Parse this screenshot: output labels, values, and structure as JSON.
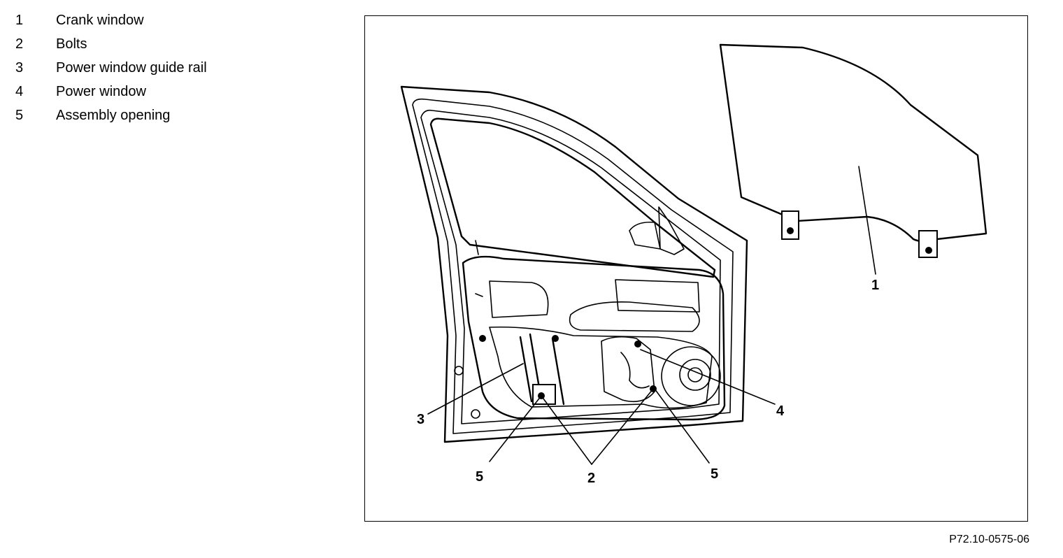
{
  "legend": [
    {
      "number": "1",
      "label": "Crank window"
    },
    {
      "number": "2",
      "label": "Bolts"
    },
    {
      "number": "3",
      "label": "Power window guide rail"
    },
    {
      "number": "4",
      "label": "Power window"
    },
    {
      "number": "5",
      "label": "Assembly opening"
    }
  ],
  "callouts": {
    "c1": "1",
    "c2": "2",
    "c3": "3",
    "c4": "4",
    "c5a": "5",
    "c5b": "5"
  },
  "figure_code": "P72.10-0575-06"
}
